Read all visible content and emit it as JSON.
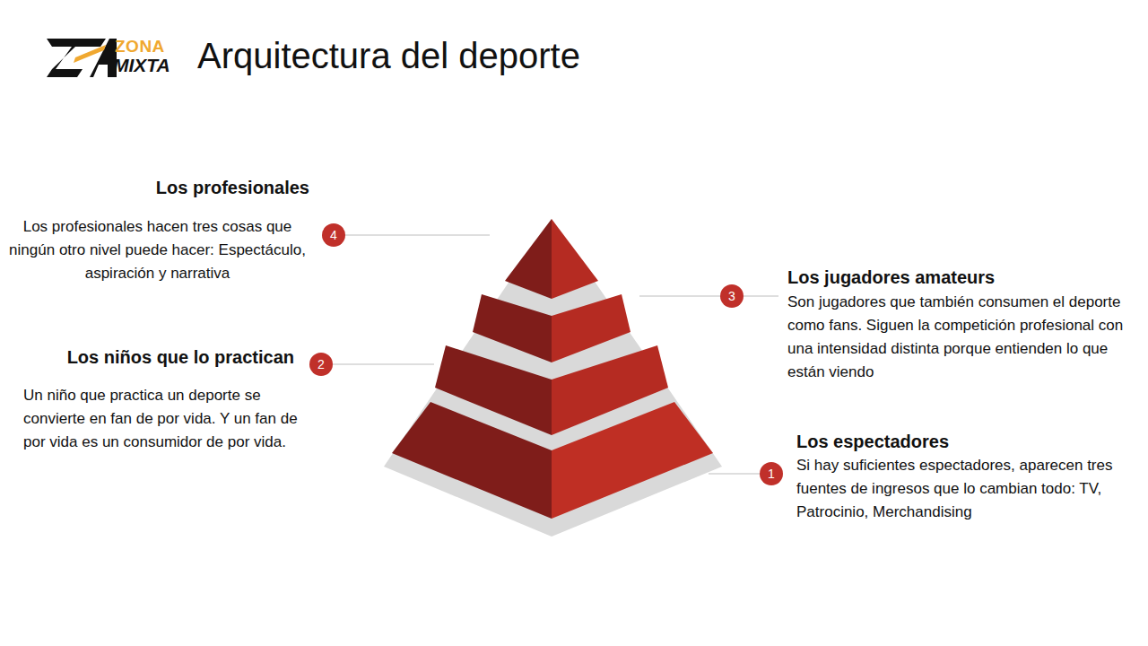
{
  "diagram": {
    "title": "Arquitectura del deporte",
    "nodes": [
      {
        "text": [
          "4",
          "Los profesionales",
          "Los profesionales hacen tres cosas que ningún otro nivel puede hacer: Espectáculo, aspiración y narrativa"
        ]
      },
      {
        "text": [
          "3",
          "Los jugadores amateurs",
          "Son jugadores que también consumen el deporte como fans. Siguen la competición profesional con una intensidad distinta porque entienden lo que están viendo"
        ]
      },
      {
        "text": [
          "2",
          "Los niños que lo practican",
          "Un niño que practica un deporte se convierte en fan de por vida. Y un fan de por vida es un consumidor de por vida."
        ]
      },
      {
        "text": [
          "1",
          "Los espectadores",
          "Si hay suficientes espectadores, aparecen tres fuentes de ingresos que lo cambian todo: TV, Patrocinio, Merchandising"
        ]
      }
    ],
    "labels": [
      "ZONA",
      "MIXTA"
    ]
  }
}
